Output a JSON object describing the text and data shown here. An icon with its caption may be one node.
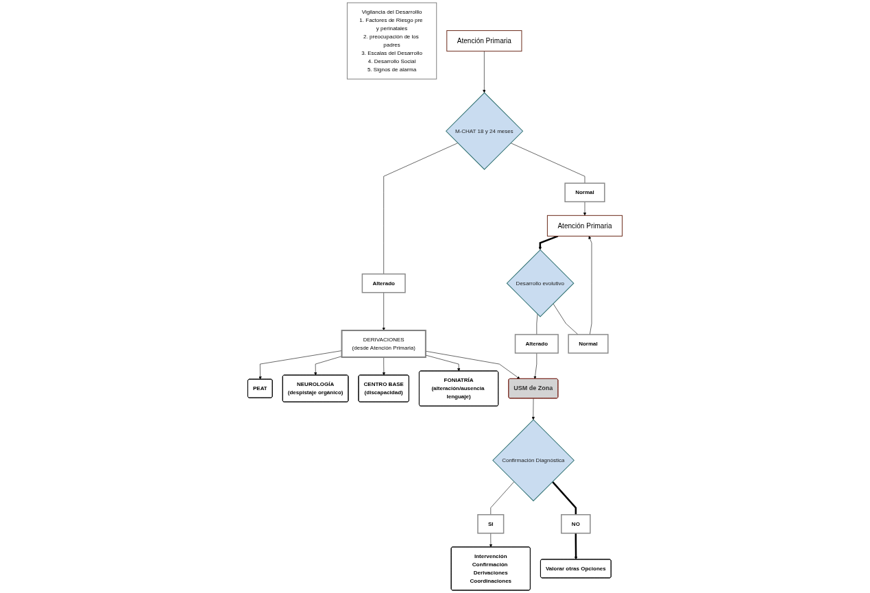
{
  "diagram": {
    "nodes": [
      {
        "text": [
          "Vigilancia del Desarrolllo",
          "1. Factores de Riesgo pre y perinatales",
          "2. preocupación de los padres",
          "3. Escalas del Desarrollo",
          "4. Desarrollo Social",
          "5. Signos de alarma"
        ]
      },
      {
        "text": [
          "Atención Primaria"
        ]
      },
      {
        "text": [
          "M-CHAT 18 y 24 meses"
        ]
      },
      {
        "text": [
          "Alterado"
        ]
      },
      {
        "text": [
          "Normal"
        ]
      },
      {
        "text": [
          "PEAT"
        ]
      },
      {
        "text": [
          "DERIVACIONES",
          "(desde Atención Primaria)"
        ]
      },
      {
        "text": [
          "NEUROLOGÍA",
          "(despistaje orgánico)"
        ]
      },
      {
        "text": [
          "CENTRO BASE",
          "(discapacidad)"
        ]
      },
      {
        "text": [
          "FONIATRÍA",
          "(alteración/ausencia lenguaje)"
        ]
      },
      {
        "text": [
          "USM de Zona"
        ]
      },
      {
        "text": [
          "Atención Primaria"
        ]
      },
      {
        "text": [
          "Alterado"
        ]
      },
      {
        "text": [
          "Desarrollo evolutivo"
        ]
      },
      {
        "text": [
          "Normal"
        ]
      },
      {
        "text": [
          "Confirmación Diagnóstica"
        ]
      },
      {
        "text": [
          "SI"
        ]
      },
      {
        "text": [
          "NO"
        ]
      },
      {
        "text": [
          "Intervención",
          "Confirmación Derivaciones",
          "Coordinaciones"
        ]
      },
      {
        "text": [
          "Valorar otras Opciones"
        ]
      }
    ],
    "edges": [
      {
        "from": 1,
        "to": 2,
        "arrow": "to"
      },
      {
        "from": 2,
        "to": 3,
        "arrow": "none"
      },
      {
        "from": 3,
        "to": 6,
        "arrow": "to"
      },
      {
        "from": 2,
        "to": 4,
        "arrow": "none"
      },
      {
        "from": 4,
        "to": 11,
        "arrow": "to"
      },
      {
        "from": 6,
        "to": 5,
        "arrow": "to"
      },
      {
        "from": 6,
        "to": 7,
        "arrow": "to"
      },
      {
        "from": 6,
        "to": 8,
        "arrow": "to"
      },
      {
        "from": 6,
        "to": 9,
        "arrow": "to"
      },
      {
        "from": 6,
        "to": 10,
        "arrow": "to"
      },
      {
        "from": 11,
        "to": 13,
        "arrow": "to",
        "style": "thick"
      },
      {
        "from": 13,
        "to": 12,
        "arrow": "none"
      },
      {
        "from": 12,
        "to": 10,
        "arrow": "to"
      },
      {
        "from": 13,
        "to": 14,
        "arrow": "none"
      },
      {
        "from": 14,
        "to": 11,
        "arrow": "to"
      },
      {
        "from": 10,
        "to": 15,
        "arrow": "to"
      },
      {
        "from": 15,
        "to": 16,
        "arrow": "none"
      },
      {
        "from": 16,
        "to": 18,
        "arrow": "to"
      },
      {
        "from": 15,
        "to": 17,
        "arrow": "none",
        "style": "thick"
      },
      {
        "from": 17,
        "to": 19,
        "arrow": "to",
        "style": "thick"
      }
    ]
  }
}
